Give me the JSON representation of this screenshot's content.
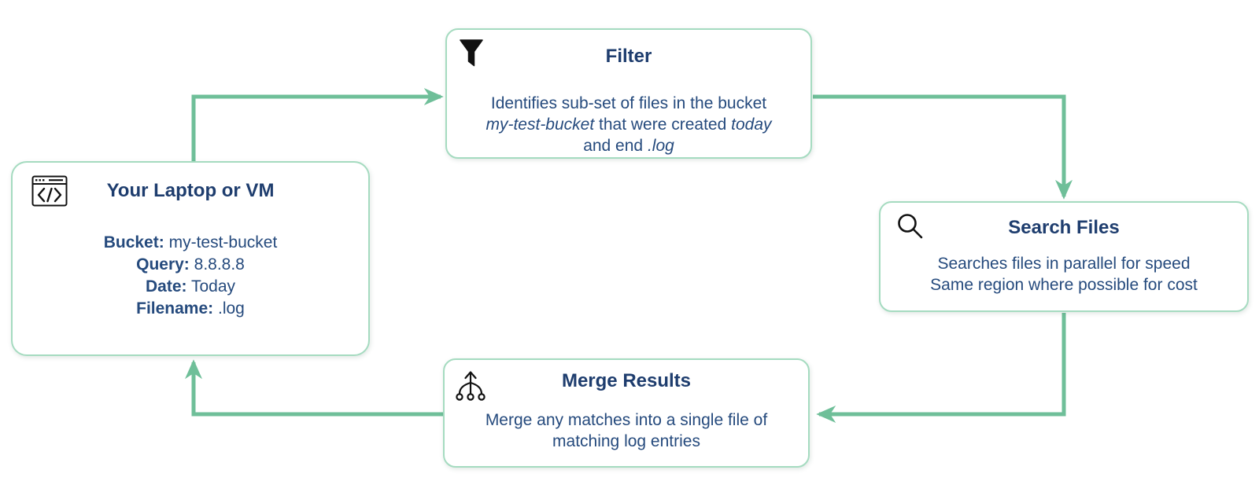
{
  "colors": {
    "arrow_green": "#6fbf99",
    "box_border_green": "#a5dbc0",
    "title_navy": "#1e3d6e",
    "body_navy": "#254a7d",
    "icon_black": "#111111"
  },
  "nodes": {
    "laptop": {
      "title": "Your Laptop or VM",
      "icon": "window-code-icon",
      "fields": [
        {
          "label": "Bucket:",
          "value": "my-test-bucket"
        },
        {
          "label": "Query:",
          "value": "8.8.8.8"
        },
        {
          "label": "Date:",
          "value": "Today"
        },
        {
          "label": "Filename:",
          "value": ".log"
        }
      ]
    },
    "filter": {
      "title": "Filter",
      "icon": "filter-icon",
      "line1": "Identifies sub-set of files in the bucket",
      "line2_italic1": "my-test-bucket",
      "line2_plain": "that were created",
      "line2_italic2": "today",
      "line3_plain": "and end",
      "line3_italic": ".log"
    },
    "search": {
      "title": "Search Files",
      "icon": "search-icon",
      "line1": "Searches files in parallel for speed",
      "line2": "Same region where possible for cost"
    },
    "merge": {
      "title": "Merge Results",
      "icon": "merge-icon",
      "line1": "Merge any matches into a single file of",
      "line2": "matching log entries"
    }
  },
  "flow": {
    "edges": [
      "laptop-to-filter",
      "filter-to-search",
      "search-to-merge",
      "merge-to-laptop"
    ]
  }
}
